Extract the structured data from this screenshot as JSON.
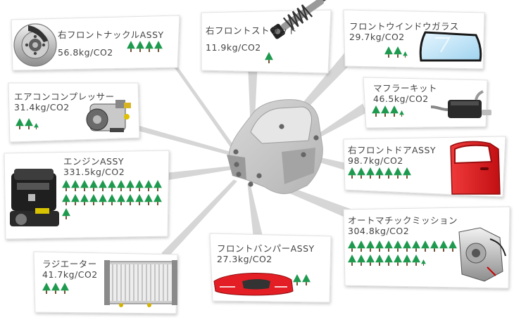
{
  "parts": [
    {
      "id": "knuckle",
      "name": "右フロントナックルASSY",
      "amount": "56.8kg/CO2",
      "trees": 4,
      "icon": "brake-disc-icon"
    },
    {
      "id": "strut",
      "name": "右フロントストラット",
      "amount": "11.9kg/CO2",
      "trees": 1,
      "icon": "strut-icon"
    },
    {
      "id": "windshield",
      "name": "フロントウインドウガラス",
      "amount": "29.7kg/CO2",
      "trees": 2,
      "small_trees": 1,
      "icon": "windshield-icon"
    },
    {
      "id": "aircon",
      "name": "エアコンコンプレッサー",
      "amount": "31.4kg/CO2",
      "trees": 2,
      "small_trees": 1,
      "icon": "compressor-icon"
    },
    {
      "id": "muffler",
      "name": "マフラーキット",
      "amount": "46.5kg/CO2",
      "trees": 3,
      "small_trees": 1,
      "icon": "muffler-icon"
    },
    {
      "id": "engine",
      "name": "エンジンASSY",
      "amount": "331.5kg/CO2",
      "trees": 23,
      "icon": "engine-icon"
    },
    {
      "id": "door",
      "name": "右フロントドアASSY",
      "amount": "98.7kg/CO2",
      "trees": 7,
      "icon": "door-icon"
    },
    {
      "id": "transmission",
      "name": "オートマチックミッション",
      "amount": "304.8kg/CO2",
      "trees": 20,
      "small_trees": 1,
      "icon": "transmission-icon"
    },
    {
      "id": "radiator",
      "name": "ラジエーター",
      "amount": "41.7kg/CO2",
      "trees": 3,
      "icon": "radiator-icon"
    },
    {
      "id": "bumper",
      "name": "フロントバンパーASSY",
      "amount": "27.3kg/CO2",
      "trees": 2,
      "icon": "bumper-icon"
    }
  ],
  "colors": {
    "tree": "#1e9a4f",
    "trunk": "#6b4a2b",
    "car": "#c8c8c8",
    "line": "#d4d4d4",
    "bubble": "#ffffff",
    "bubble_stroke": "#dddddd",
    "text": "#444444",
    "door_red": "#e0191c",
    "bumper_red": "#e31e24"
  }
}
